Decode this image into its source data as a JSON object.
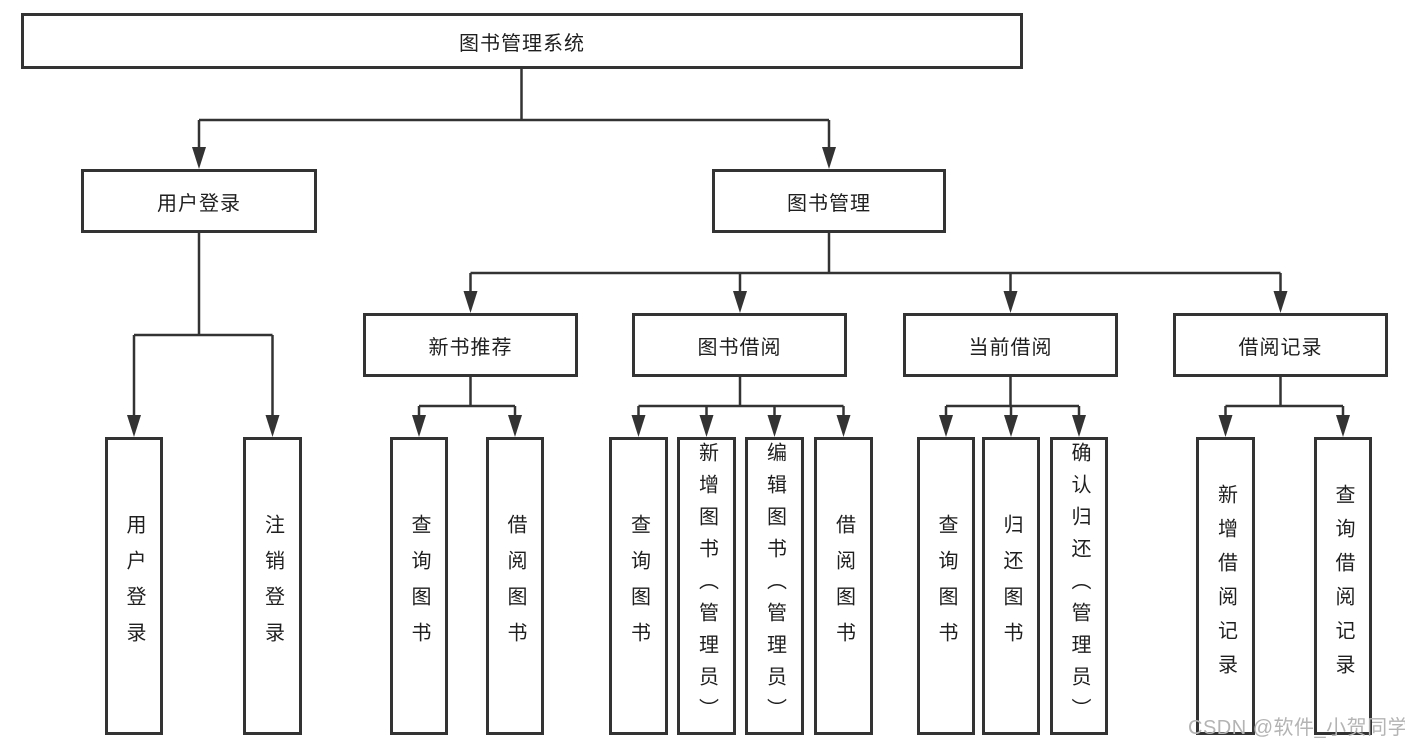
{
  "diagram": {
    "root": {
      "label": "图书管理系统"
    },
    "branches": [
      {
        "label": "用户登录",
        "children": [
          {
            "label": "用户登录"
          },
          {
            "label": "注销登录"
          }
        ]
      },
      {
        "label": "图书管理",
        "children": [
          {
            "label": "新书推荐",
            "children": [
              {
                "label": "查询图书"
              },
              {
                "label": "借阅图书"
              }
            ]
          },
          {
            "label": "图书借阅",
            "children": [
              {
                "label": "查询图书"
              },
              {
                "label": "新增图书（管理员）"
              },
              {
                "label": "编辑图书（管理员）"
              },
              {
                "label": "借阅图书"
              }
            ]
          },
          {
            "label": "当前借阅",
            "children": [
              {
                "label": "查询图书"
              },
              {
                "label": "归还图书"
              },
              {
                "label": "确认归还（管理员）"
              }
            ]
          },
          {
            "label": "借阅记录",
            "children": [
              {
                "label": "新增借阅记录"
              },
              {
                "label": "查询借阅记录"
              }
            ]
          }
        ]
      }
    ]
  },
  "watermark": {
    "text": "CSDN @软件_小贺同学"
  },
  "colors": {
    "line": "#333333",
    "border": "#333333",
    "text": "#1f1f1f",
    "watermark": "#b4b4b4",
    "background": "#ffffff"
  }
}
